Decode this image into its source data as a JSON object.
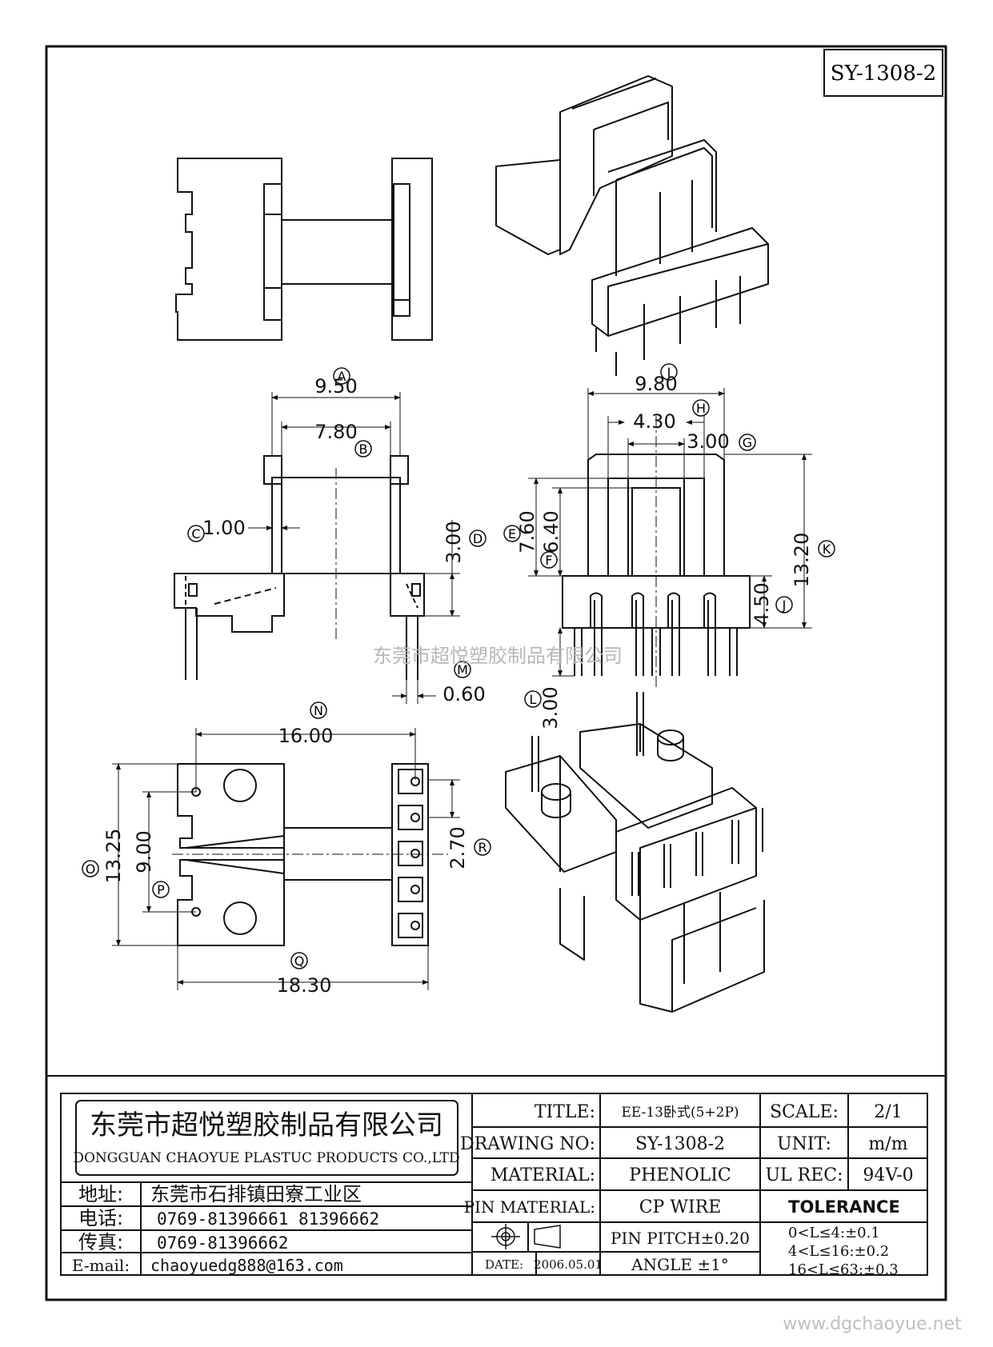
{
  "drawing_number_box": "SY-1308-2",
  "watermark_center": "东莞市超悦塑胶制品有限公司",
  "watermark_footer": "www.dgchaoyue.net",
  "dimensions": {
    "A": {
      "letter": "A",
      "value": "9.50"
    },
    "B": {
      "letter": "B",
      "value": "7.80"
    },
    "C": {
      "letter": "C",
      "value": "1.00"
    },
    "D": {
      "letter": "D",
      "value": "3.00"
    },
    "E": {
      "letter": "E",
      "value": "7.60"
    },
    "F": {
      "letter": "F",
      "value": "6.40"
    },
    "G": {
      "letter": "G",
      "value": "3.00"
    },
    "H": {
      "letter": "H",
      "value": "4.30"
    },
    "I": {
      "letter": "I",
      "value": "9.80"
    },
    "J": {
      "letter": "J",
      "value": "4.50"
    },
    "K": {
      "letter": "K",
      "value": "13.20"
    },
    "L": {
      "letter": "L",
      "value": "3.00"
    },
    "M": {
      "letter": "M",
      "value": "0.60"
    },
    "N": {
      "letter": "N",
      "value": "16.00"
    },
    "O": {
      "letter": "O",
      "value": "13.25"
    },
    "P": {
      "letter": "P",
      "value": "9.00"
    },
    "Q": {
      "letter": "Q",
      "value": "18.30"
    },
    "R": {
      "letter": "R",
      "value": "2.70"
    }
  },
  "title_block": {
    "company_cn": "东莞市超悦塑胶制品有限公司",
    "company_en": "DONGGUAN CHAOYUE PLASTUC PRODUCTS CO.,LTD",
    "address_label": "地址:",
    "address_value": "东莞市石排镇田寮工业区",
    "phone_label": "电话:",
    "phone_value": "0769-81396661   81396662",
    "fax_label": "传真:",
    "fax_value": "0769-81396662",
    "email_label": "E-mail:",
    "email_value": "chaoyuedg888@163.com",
    "title_label": "TITLE:",
    "title_value": "EE-13卧式(5+2P)",
    "drawing_no_label": "DRAWING NO:",
    "drawing_no_value": "SY-1308-2",
    "material_label": "MATERIAL:",
    "material_value": "PHENOLIC",
    "pin_material_label": "PIN MATERIAL:",
    "pin_material_value": "CP WIRE",
    "date_label": "DATE:",
    "date_value": "2006.05.01",
    "pin_pitch_label": "PIN PITCH±0.20",
    "angle_label": "ANGLE  ±1°",
    "scale_label": "SCALE:",
    "scale_value": "2/1",
    "unit_label": "UNIT:",
    "unit_value": "m/m",
    "ul_rec_label": "UL REC:",
    "ul_rec_value": "94V-0",
    "tolerance_label": "TOLERANCE",
    "tolerance_1": "0<L≤4:±0.1",
    "tolerance_2": "4<L≤16:±0.2",
    "tolerance_3": "16<L≤63:±0.3"
  }
}
